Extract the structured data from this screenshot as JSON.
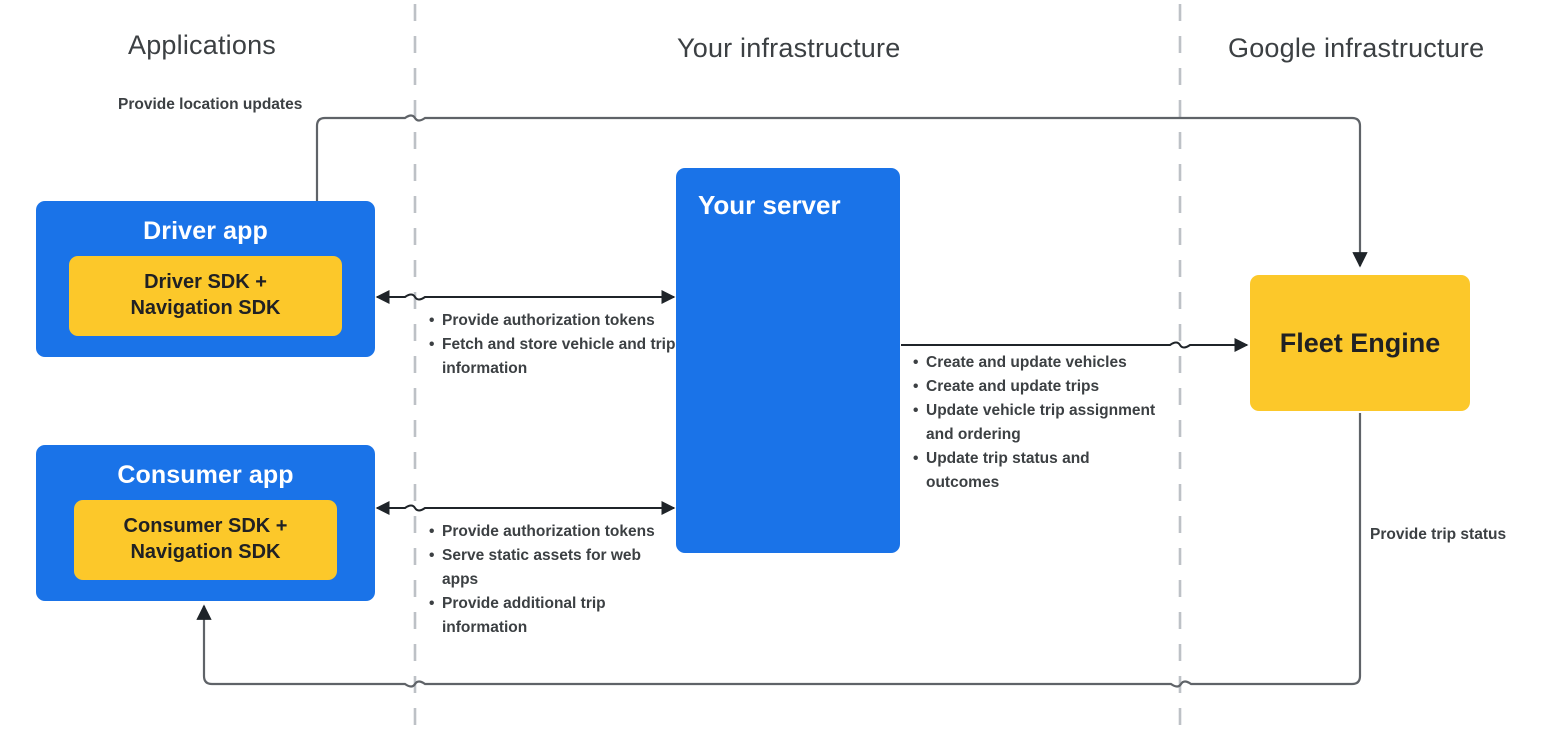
{
  "columns": {
    "applications": "Applications",
    "your_infrastructure": "Your infrastructure",
    "google_infrastructure": "Google infrastructure"
  },
  "boxes": {
    "driver_app": {
      "title": "Driver app",
      "sdk": "Driver SDK +\nNavigation SDK"
    },
    "consumer_app": {
      "title": "Consumer app",
      "sdk": "Consumer SDK +\nNavigation SDK"
    },
    "your_server": {
      "title": "Your server"
    },
    "fleet_engine": {
      "title": "Fleet Engine"
    }
  },
  "flows": {
    "provide_location_updates": "Provide location updates",
    "provide_trip_status": "Provide trip status",
    "driver_to_server": [
      "Provide authorization tokens",
      "Fetch and store vehicle and trip information"
    ],
    "consumer_to_server": [
      "Provide authorization tokens",
      "Serve static assets for web apps",
      "Provide additional trip information"
    ],
    "server_to_fleet": [
      "Create and update vehicles",
      "Create and update trips",
      "Update vehicle trip assignment and ordering",
      "Update trip status and outcomes"
    ]
  },
  "colors": {
    "blue": "#1a73e8",
    "yellow": "#fcc82a",
    "text_dark": "#3c4043",
    "divider": "#bdc1c6",
    "connector": "#5f6368"
  }
}
